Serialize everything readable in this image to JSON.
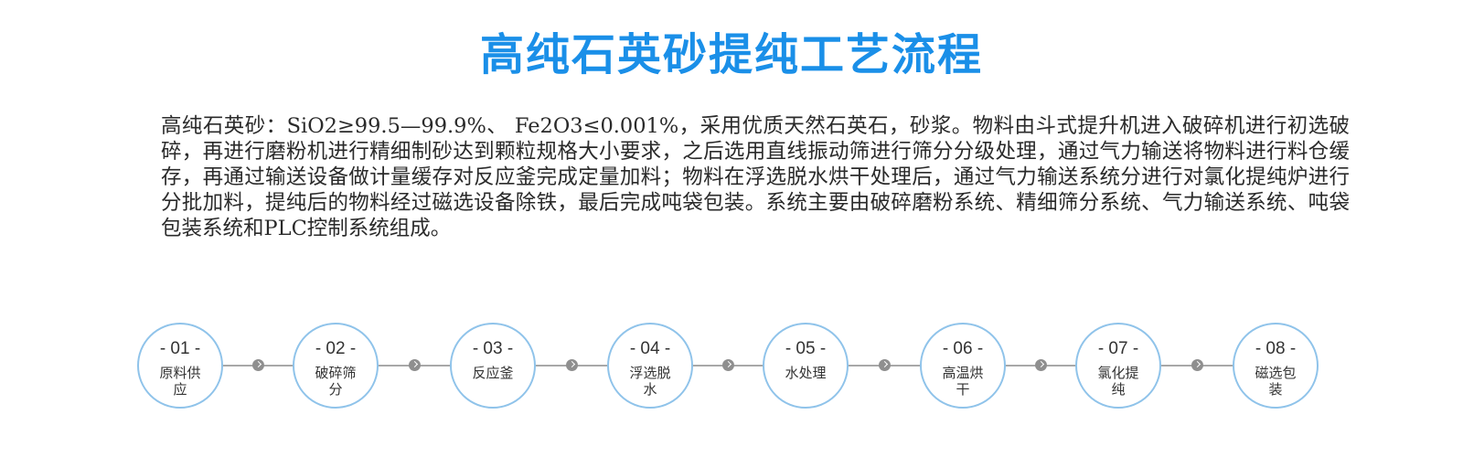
{
  "title": "高纯石英砂提纯工艺流程",
  "description": "高纯石英砂：SiO2≥99.5—99.9%、 Fe2O3≤0.001%，采用优质天然石英石，砂浆。物料由斗式提升机进入破碎机进行初选破碎，再进行磨粉机进行精细制砂达到颗粒规格大小要求，之后选用直线振动筛进行筛分分级处理，通过气力输送将物料进行料仓缓存，再通过输送设备做计量缓存对反应釜完成定量加料；物料在浮选脱水烘干处理后，通过气力输送系统分进行对氯化提纯炉进行分批加料，提纯后的物料经过磁选设备除铁，最后完成吨袋包装。系统主要由破碎磨粉系统、精细筛分系统、气力输送系统、吨袋包装系统和PLC控制系统组成。",
  "colors": {
    "title": "#1a8fe8",
    "circle_border": "#8fc3ea",
    "connector": "#a8a8a8",
    "arrow": "#8f8f8f"
  },
  "connector_icon": "chevron-right-icon",
  "steps": [
    {
      "number": "- 01 -",
      "label": "原料供应"
    },
    {
      "number": "- 02 -",
      "label": "破碎筛分"
    },
    {
      "number": "- 03 -",
      "label": "反应釜"
    },
    {
      "number": "- 04 -",
      "label": "浮选脱水"
    },
    {
      "number": "- 05 -",
      "label": "水处理"
    },
    {
      "number": "- 06 -",
      "label": "高温烘干"
    },
    {
      "number": "- 07 -",
      "label": "氯化提纯"
    },
    {
      "number": "- 08 -",
      "label": "磁选包装"
    }
  ]
}
